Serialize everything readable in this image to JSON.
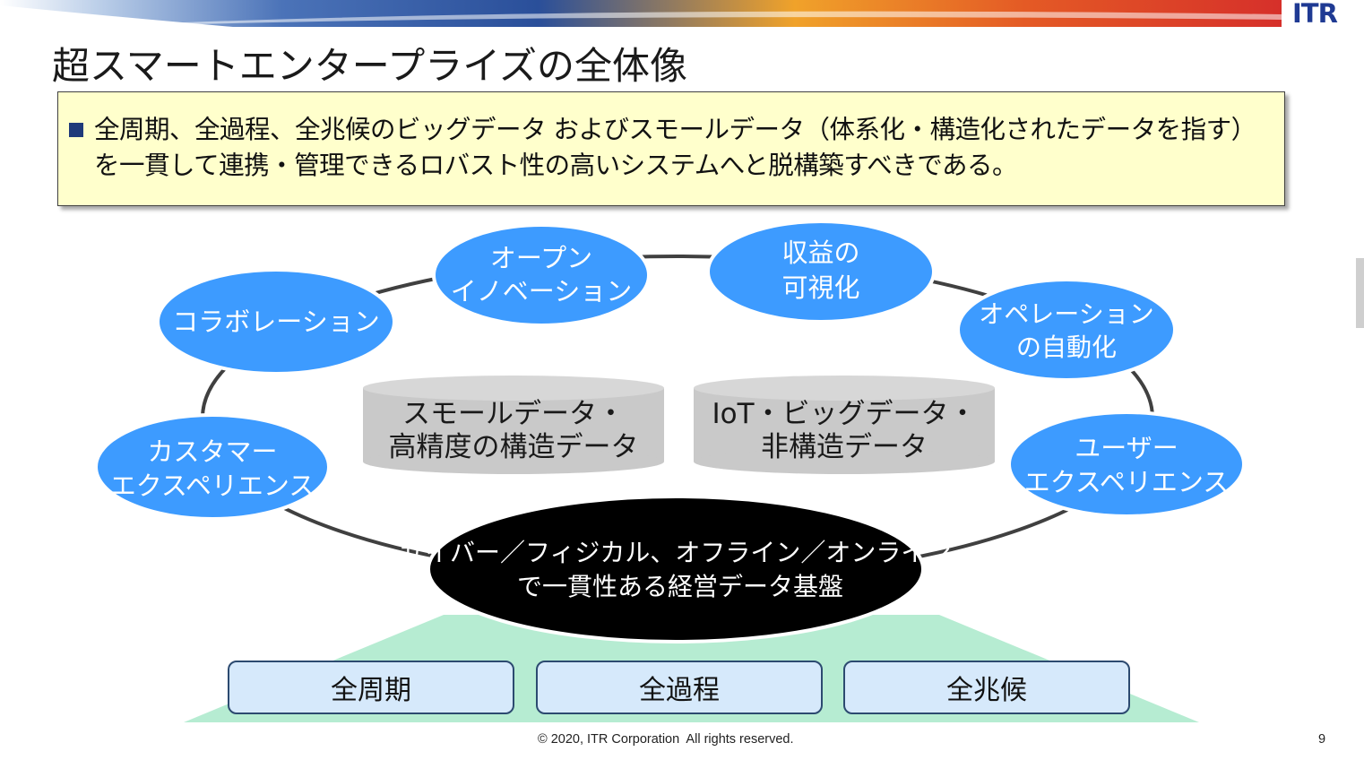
{
  "header": {
    "logo_text": "ITR",
    "title": "超スマートエンタープライズの全体像"
  },
  "summary": {
    "text": "全周期、全過程、全兆候のビッグデータ およびスモールデータ（体系化・構造化されたデータを指す）を一貫して連携・管理できるロバスト性の高いシステムへと脱構築すべきである。"
  },
  "diagram": {
    "ovals": {
      "open_innovation": [
        "オープン",
        "イノベーション"
      ],
      "profit_visualization": [
        "収益の",
        "可視化"
      ],
      "collaboration": [
        "コラボレーション"
      ],
      "operation_automation": [
        "オペレーション",
        "の自動化"
      ],
      "customer_experience": [
        "カスタマー",
        "エクスペリエンス"
      ],
      "user_experience": [
        "ユーザー",
        "エクスペリエンス"
      ]
    },
    "cylinders": {
      "small_data": [
        "スモールデータ・",
        "高精度の構造データ"
      ],
      "big_data": [
        "IoT・ビッグデータ・",
        "非構造データ"
      ]
    },
    "core": [
      "サイバー／フィジカル、オフライン／オンライン",
      "で一貫性ある経営データ基盤"
    ],
    "pillars": [
      "全周期",
      "全過程",
      "全兆候"
    ]
  },
  "footer": {
    "copyright": "© 2020, ITR Corporation  All rights reserved.",
    "page_number": "9"
  },
  "colors": {
    "oval_fill": "#3d9bff",
    "oval_border": "#ffffff",
    "core_fill": "#000000",
    "cylinder_fill": "#c9c9c9",
    "base_fill": "#b6ecd2",
    "pillar_fill": "#d6e9fb",
    "summary_fill": "#ffffcc",
    "title_accent": "#1f3a93"
  }
}
